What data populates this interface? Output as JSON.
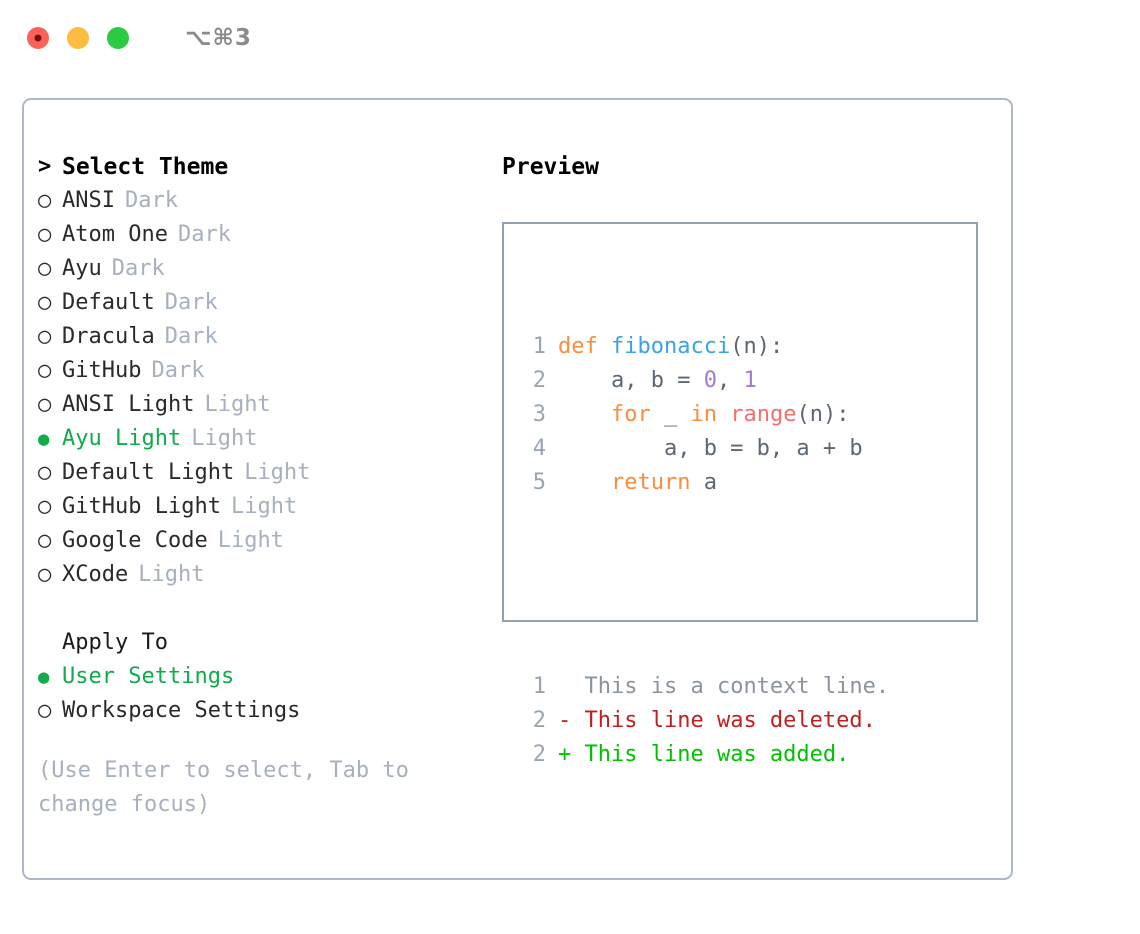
{
  "titlebar": {
    "shortcut": "⌥⌘3",
    "buttons": [
      "close",
      "minimize",
      "maximize"
    ]
  },
  "theme_list": {
    "header_marker": ">",
    "header_label": "Select Theme",
    "items": [
      {
        "marker": "○",
        "name": "ANSI",
        "variant": "Dark",
        "selected": false
      },
      {
        "marker": "○",
        "name": "Atom One",
        "variant": "Dark",
        "selected": false
      },
      {
        "marker": "○",
        "name": "Ayu",
        "variant": "Dark",
        "selected": false
      },
      {
        "marker": "○",
        "name": "Default",
        "variant": "Dark",
        "selected": false
      },
      {
        "marker": "○",
        "name": "Dracula",
        "variant": "Dark",
        "selected": false
      },
      {
        "marker": "○",
        "name": "GitHub",
        "variant": "Dark",
        "selected": false
      },
      {
        "marker": "○",
        "name": "ANSI Light",
        "variant": "Light",
        "selected": false
      },
      {
        "marker": "●",
        "name": "Ayu Light",
        "variant": "Light",
        "selected": true
      },
      {
        "marker": "○",
        "name": "Default Light",
        "variant": "Light",
        "selected": false
      },
      {
        "marker": "○",
        "name": "GitHub Light",
        "variant": "Light",
        "selected": false
      },
      {
        "marker": "○",
        "name": "Google Code",
        "variant": "Light",
        "selected": false
      },
      {
        "marker": "○",
        "name": "XCode",
        "variant": "Light",
        "selected": false
      }
    ]
  },
  "apply_to": {
    "title": "Apply To",
    "items": [
      {
        "marker": "●",
        "label": "User Settings",
        "selected": true
      },
      {
        "marker": "○",
        "label": "Workspace Settings",
        "selected": false
      }
    ]
  },
  "hint": "(Use Enter to select, Tab to change focus)",
  "preview": {
    "title": "Preview",
    "code_lines": [
      {
        "lineno": "1",
        "tokens": [
          {
            "text": "def ",
            "type": "kw"
          },
          {
            "text": "fibonacci",
            "type": "fn"
          },
          {
            "text": "(n):",
            "type": "punc"
          }
        ]
      },
      {
        "lineno": "2",
        "tokens": [
          {
            "text": "    a, b = ",
            "type": "plain"
          },
          {
            "text": "0",
            "type": "num"
          },
          {
            "text": ", ",
            "type": "plain"
          },
          {
            "text": "1",
            "type": "num"
          }
        ]
      },
      {
        "lineno": "3",
        "tokens": [
          {
            "text": "    ",
            "type": "plain"
          },
          {
            "text": "for",
            "type": "kw"
          },
          {
            "text": " _ ",
            "type": "plain"
          },
          {
            "text": "in",
            "type": "kw"
          },
          {
            "text": " ",
            "type": "plain"
          },
          {
            "text": "range",
            "type": "builtin"
          },
          {
            "text": "(n):",
            "type": "punc"
          }
        ]
      },
      {
        "lineno": "4",
        "tokens": [
          {
            "text": "        a, b = b, a + b",
            "type": "plain"
          }
        ]
      },
      {
        "lineno": "5",
        "tokens": [
          {
            "text": "    ",
            "type": "plain"
          },
          {
            "text": "return",
            "type": "kw"
          },
          {
            "text": " a",
            "type": "plain"
          }
        ]
      }
    ],
    "diff_lines": [
      {
        "lineno": "1",
        "sign": " ",
        "text": "This is a context line.",
        "type": "context"
      },
      {
        "lineno": "2",
        "sign": "-",
        "text": "This line was deleted.",
        "type": "del"
      },
      {
        "lineno": "2",
        "sign": "+",
        "text": "This line was added.",
        "type": "add"
      }
    ]
  },
  "colors": {
    "accent_green": "#10ab4a",
    "muted": "#a7b0bf",
    "border": "#aeb8c6",
    "preview_border": "#93a0b0",
    "keyword": "#fa8d3e",
    "function": "#3aa3e8",
    "number": "#a37acc",
    "builtin": "#f07171",
    "punctuation": "#5c6773",
    "lineno": "#9aa5b1",
    "diff_del": "#c02020",
    "diff_add": "#00c000",
    "diff_context": "#8b949e"
  }
}
